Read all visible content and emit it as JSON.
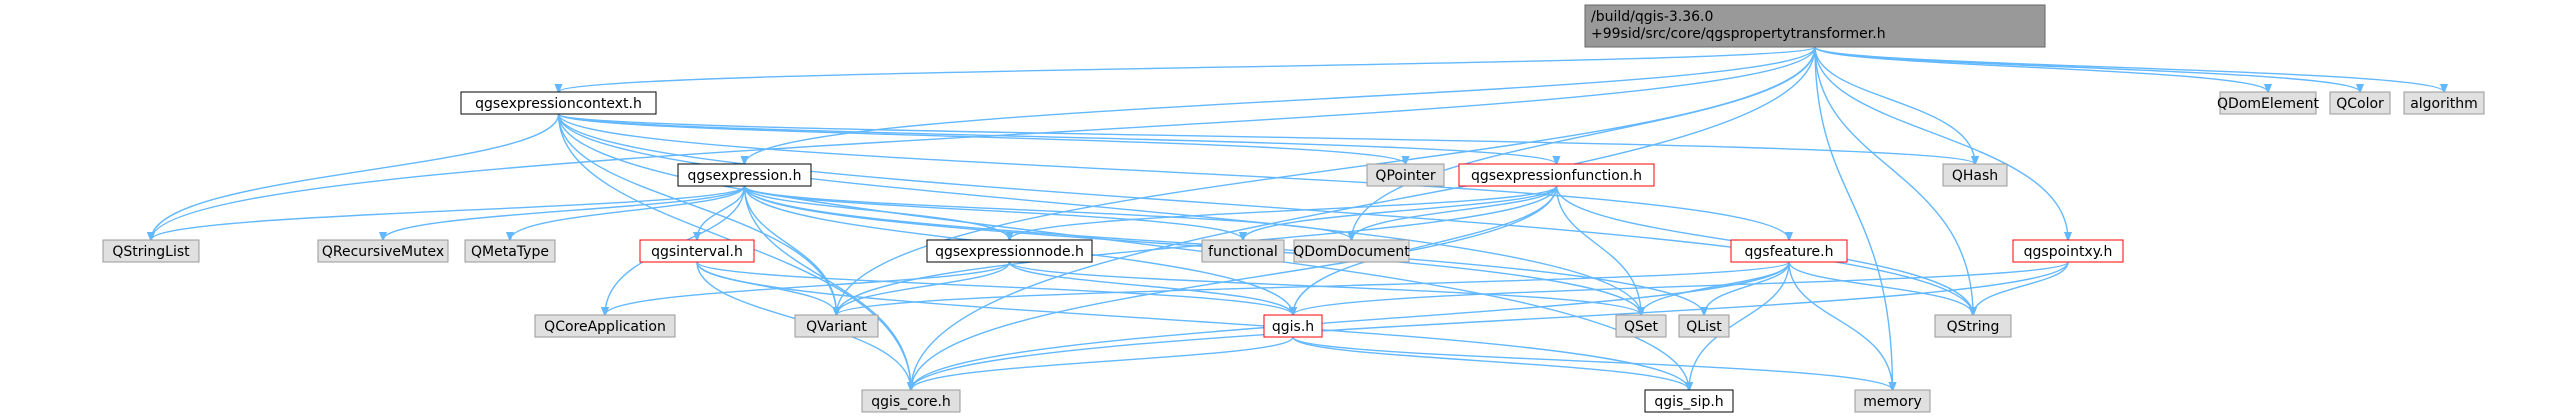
{
  "colors": {
    "edge": "#63b8ff",
    "root_fill": "#999999",
    "root_stroke": "#666666",
    "ext_fill": "#e0e0e0",
    "ext_stroke": "#999999",
    "doc_fill": "#ffffff",
    "doc_stroke": "#000000",
    "trunc_fill": "#ffffff",
    "trunc_stroke": "#ff0000"
  },
  "nodes": [
    {
      "id": "root",
      "lines": [
        "/build/qgis-3.36.0",
        "+99sid/src/core/qgspropertytransformer.h"
      ],
      "kind": "root"
    },
    {
      "id": "qgsexpressioncontext",
      "lines": [
        "qgsexpressioncontext.h"
      ],
      "kind": "doc"
    },
    {
      "id": "qdomelement",
      "lines": [
        "QDomElement"
      ],
      "kind": "ext"
    },
    {
      "id": "qcolor",
      "lines": [
        "QColor"
      ],
      "kind": "ext"
    },
    {
      "id": "algorithm",
      "lines": [
        "algorithm"
      ],
      "kind": "ext"
    },
    {
      "id": "qpointer",
      "lines": [
        "QPointer"
      ],
      "kind": "ext"
    },
    {
      "id": "qgsexpressionfunction",
      "lines": [
        "qgsexpressionfunction.h"
      ],
      "kind": "trunc"
    },
    {
      "id": "qhash",
      "lines": [
        "QHash"
      ],
      "kind": "ext"
    },
    {
      "id": "qgsexpression",
      "lines": [
        "qgsexpression.h"
      ],
      "kind": "doc"
    },
    {
      "id": "qstringlist",
      "lines": [
        "QStringList"
      ],
      "kind": "ext"
    },
    {
      "id": "qrecursivemutex",
      "lines": [
        "QRecursiveMutex"
      ],
      "kind": "ext"
    },
    {
      "id": "qmetatype",
      "lines": [
        "QMetaType"
      ],
      "kind": "ext"
    },
    {
      "id": "functional",
      "lines": [
        "functional"
      ],
      "kind": "ext"
    },
    {
      "id": "qdomdocument",
      "lines": [
        "QDomDocument"
      ],
      "kind": "ext"
    },
    {
      "id": "qgsfeature",
      "lines": [
        "qgsfeature.h"
      ],
      "kind": "trunc"
    },
    {
      "id": "qgspointxy",
      "lines": [
        "qgspointxy.h"
      ],
      "kind": "trunc"
    },
    {
      "id": "qgsinterval",
      "lines": [
        "qgsinterval.h"
      ],
      "kind": "trunc"
    },
    {
      "id": "qgsexpressionnode",
      "lines": [
        "qgsexpressionnode.h"
      ],
      "kind": "doc"
    },
    {
      "id": "qcoreapplication",
      "lines": [
        "QCoreApplication"
      ],
      "kind": "ext"
    },
    {
      "id": "qvariant",
      "lines": [
        "QVariant"
      ],
      "kind": "ext"
    },
    {
      "id": "qgis",
      "lines": [
        "qgis.h"
      ],
      "kind": "trunc"
    },
    {
      "id": "qset",
      "lines": [
        "QSet"
      ],
      "kind": "ext"
    },
    {
      "id": "qlist",
      "lines": [
        "QList"
      ],
      "kind": "ext"
    },
    {
      "id": "qstring",
      "lines": [
        "QString"
      ],
      "kind": "ext"
    },
    {
      "id": "qgis_core",
      "lines": [
        "qgis_core.h"
      ],
      "kind": "ext"
    },
    {
      "id": "qgis_sip",
      "lines": [
        "qgis_sip.h"
      ],
      "kind": "doc"
    },
    {
      "id": "memory",
      "lines": [
        "memory"
      ],
      "kind": "ext"
    }
  ],
  "edges": [
    [
      "root",
      "qgsexpressioncontext"
    ],
    [
      "root",
      "qdomelement"
    ],
    [
      "root",
      "qcolor"
    ],
    [
      "root",
      "algorithm"
    ],
    [
      "root",
      "qgsexpression"
    ],
    [
      "root",
      "qstringlist"
    ],
    [
      "root",
      "qvariant"
    ],
    [
      "root",
      "qgis_core"
    ],
    [
      "root",
      "qhash"
    ],
    [
      "root",
      "qdomdocument"
    ],
    [
      "root",
      "qgspointxy"
    ],
    [
      "root",
      "qstring"
    ],
    [
      "root",
      "memory"
    ],
    [
      "qgsexpressioncontext",
      "qpointer"
    ],
    [
      "qgsexpressioncontext",
      "qgsexpressionfunction"
    ],
    [
      "qgsexpressioncontext",
      "qhash"
    ],
    [
      "qgsexpressioncontext",
      "qstringlist"
    ],
    [
      "qgsexpressioncontext",
      "qgis_core"
    ],
    [
      "qgsexpressioncontext",
      "qvariant"
    ],
    [
      "qgsexpressioncontext",
      "qset"
    ],
    [
      "qgsexpressioncontext",
      "qgsfeature"
    ],
    [
      "qgsexpressioncontext",
      "qstring"
    ],
    [
      "qgsexpressioncontext",
      "qgis_sip"
    ],
    [
      "qgsexpressionfunction",
      "qgsexpressionnode"
    ],
    [
      "qgsexpressionfunction",
      "functional"
    ],
    [
      "qgsexpressionfunction",
      "qdomdocument"
    ],
    [
      "qgsexpressionfunction",
      "qvariant"
    ],
    [
      "qgsexpressionfunction",
      "qgis"
    ],
    [
      "qgsexpressionfunction",
      "qset"
    ],
    [
      "qgsexpressionfunction",
      "qgis_core"
    ],
    [
      "qgsexpressionfunction",
      "qstring"
    ],
    [
      "qgsexpression",
      "qstringlist"
    ],
    [
      "qgsexpression",
      "qrecursivemutex"
    ],
    [
      "qgsexpression",
      "qmetatype"
    ],
    [
      "qgsexpression",
      "functional"
    ],
    [
      "qgsexpression",
      "qdomdocument"
    ],
    [
      "qgsexpression",
      "qgsinterval"
    ],
    [
      "qgsexpression",
      "qgsexpressionnode"
    ],
    [
      "qgsexpression",
      "qcoreapplication"
    ],
    [
      "qgsexpression",
      "qvariant"
    ],
    [
      "qgsexpression",
      "qgis"
    ],
    [
      "qgsexpression",
      "qset"
    ],
    [
      "qgsexpression",
      "qlist"
    ],
    [
      "qgsexpression",
      "qgis_core"
    ],
    [
      "qgsexpressionnode",
      "qcoreapplication"
    ],
    [
      "qgsexpressionnode",
      "qvariant"
    ],
    [
      "qgsexpressionnode",
      "qgis"
    ],
    [
      "qgsexpressionnode",
      "qset"
    ],
    [
      "qgsinterval",
      "qvariant"
    ],
    [
      "qgsinterval",
      "qgis"
    ],
    [
      "qgsinterval",
      "qgis_core"
    ],
    [
      "qgsinterval",
      "qgis_sip"
    ],
    [
      "qgsfeature",
      "qvariant"
    ],
    [
      "qgsfeature",
      "qset"
    ],
    [
      "qgsfeature",
      "qlist"
    ],
    [
      "qgsfeature",
      "qstring"
    ],
    [
      "qgsfeature",
      "qgis_core"
    ],
    [
      "qgsfeature",
      "qgis_sip"
    ],
    [
      "qgsfeature",
      "memory"
    ],
    [
      "qgspointxy",
      "qgis"
    ],
    [
      "qgspointxy",
      "qstring"
    ],
    [
      "qgspointxy",
      "qgis_core"
    ],
    [
      "qgis",
      "qgis_core"
    ],
    [
      "qgis",
      "qgis_sip"
    ],
    [
      "qgis",
      "memory"
    ]
  ]
}
